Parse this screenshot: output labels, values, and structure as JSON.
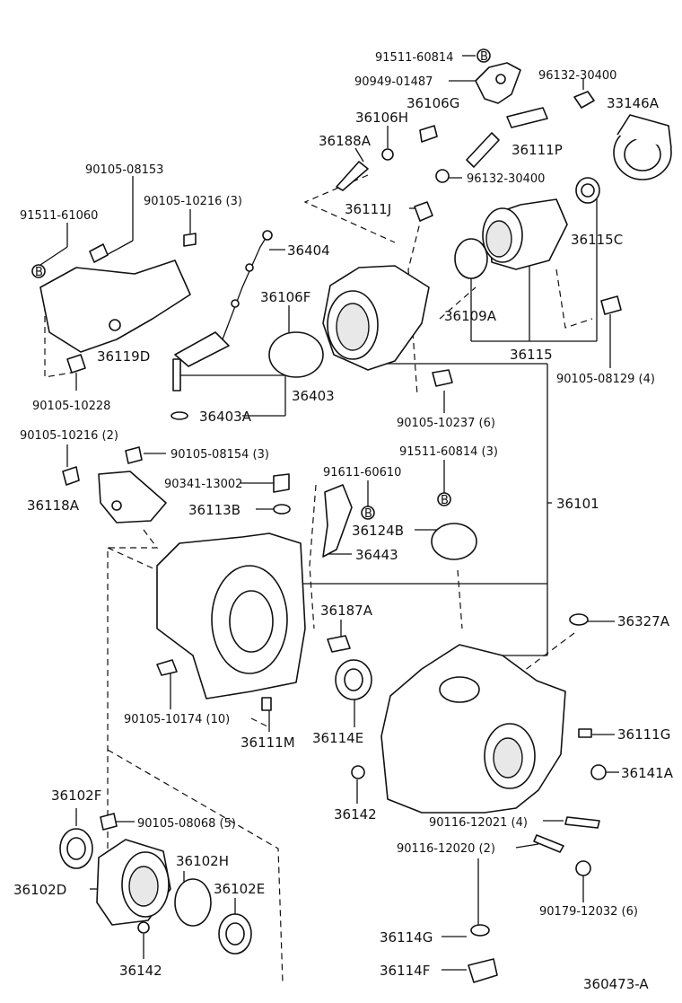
{
  "diagram_id": "360473-A",
  "callouts": {
    "c_91511_60814_top": "91511-60814",
    "c_90949_01487": "90949-01487",
    "c_96132_30400_a": "96132-30400",
    "c_36106G": "36106G",
    "c_33146A": "33146A",
    "c_36106H": "36106H",
    "c_36188A": "36188A",
    "c_36111P": "36111P",
    "c_90105_08153": "90105-08153",
    "c_96132_30400_b": "96132-30400",
    "c_90105_10216_3": "90105-10216 (3)",
    "c_91511_61060": "91511-61060",
    "c_36111J": "36111J",
    "c_36115C": "36115C",
    "c_36404": "36404",
    "c_36106F": "36106F",
    "c_36109A": "36109A",
    "c_36119D": "36119D",
    "c_36115": "36115",
    "c_90105_08129_4": "90105-08129 (4)",
    "c_36403": "36403",
    "c_90105_10228": "90105-10228",
    "c_36403A": "36403A",
    "c_90105_10237_6": "90105-10237 (6)",
    "c_90105_10216_2": "90105-10216 (2)",
    "c_90105_08154_3": "90105-08154 (3)",
    "c_91511_60814_3": "91511-60814 (3)",
    "c_91611_60610": "91611-60610",
    "c_90341_13002": "90341-13002",
    "c_36118A": "36118A",
    "c_36113B": "36113B",
    "c_36101": "36101",
    "c_36124B": "36124B",
    "c_36443": "36443",
    "c_36187A": "36187A",
    "c_36327A": "36327A",
    "c_90105_10174_10": "90105-10174 (10)",
    "c_36111M": "36111M",
    "c_36114E": "36114E",
    "c_36111G": "36111G",
    "c_36141A": "36141A",
    "c_36102F": "36102F",
    "c_36142_a": "36142",
    "c_90116_12021_4": "90116-12021 (4)",
    "c_90105_08068_5": "90105-08068 (5)",
    "c_90116_12020_2": "90116-12020 (2)",
    "c_36102H": "36102H",
    "c_36102D": "36102D",
    "c_36102E": "36102E",
    "c_90179_12032_6": "90179-12032 (6)",
    "c_36114G": "36114G",
    "c_36142_b": "36142",
    "c_36114F": "36114F"
  },
  "markers": {
    "b": "B"
  }
}
